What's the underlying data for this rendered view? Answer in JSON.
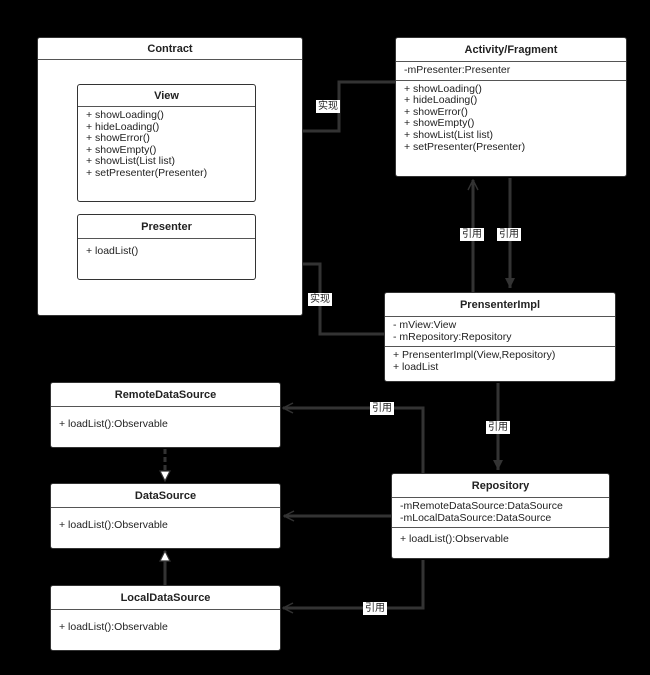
{
  "colors": {
    "background": "#000000",
    "box_fill": "#ffffff",
    "box_border": "#333333",
    "connector": "#333333"
  },
  "contract": {
    "title": "Contract"
  },
  "view": {
    "title": "View",
    "methods": [
      "+ showLoading()",
      "+ hideLoading()",
      "+ showError()",
      "+ showEmpty()",
      "+ showList(List list)",
      "+ setPresenter(Presenter)"
    ]
  },
  "presenter": {
    "title": "Presenter",
    "methods": [
      "+ loadList()"
    ]
  },
  "activity": {
    "title": "Activity/Fragment",
    "fields": [
      "-mPresenter:Presenter"
    ],
    "methods": [
      "+ showLoading()",
      "+ hideLoading()",
      "+ showError()",
      "+ showEmpty()",
      "+ showList(List list)",
      "+ setPresenter(Presenter)"
    ]
  },
  "presenter_impl": {
    "title": "PrensenterImpl",
    "fields": [
      "- mView:View",
      "- mRepository:Repository"
    ],
    "methods": [
      "+ PrensenterImpl(View,Repository)",
      "+ loadList"
    ]
  },
  "remote_source": {
    "title": "RemoteDataSource",
    "methods": [
      "+ loadList():Observable"
    ]
  },
  "data_source": {
    "title": "DataSource",
    "methods": [
      "+ loadList():Observable"
    ]
  },
  "local_source": {
    "title": "LocalDataSource",
    "methods": [
      "+ loadList():Observable"
    ]
  },
  "repository": {
    "title": "Repository",
    "fields": [
      "-mRemoteDataSource:DataSource",
      "-mLocalDataSource:DataSource"
    ],
    "methods": [
      "+ loadList():Observable"
    ]
  },
  "edge_labels": {
    "activity_implements_view": "实现",
    "impl_implements_presenter": "实现",
    "impl_references_activity": "引用",
    "activity_references_impl": "引用",
    "impl_references_repository": "引用",
    "repository_references_remote": "引用",
    "repository_references_local": "引用"
  }
}
